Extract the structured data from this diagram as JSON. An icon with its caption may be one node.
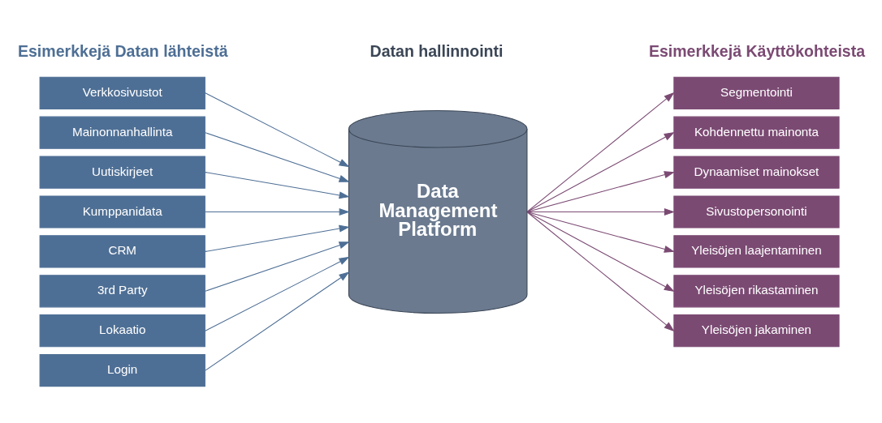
{
  "diagram": {
    "nodes": [
      {
        "text": [
          "Verkkosivustot"
        ]
      },
      {
        "text": [
          "Mainonnanhallinta"
        ]
      },
      {
        "text": [
          "Uutiskirjeet"
        ]
      },
      {
        "text": [
          "Kumppanidata"
        ]
      },
      {
        "text": [
          "CRM"
        ]
      },
      {
        "text": [
          "3rd Party"
        ]
      },
      {
        "text": [
          "Lokaatio"
        ]
      },
      {
        "text": [
          "Login"
        ]
      },
      {
        "text": [
          "Data Management Platform"
        ]
      },
      {
        "text": [
          "Segmentointi"
        ]
      },
      {
        "text": [
          "Kohdennettu mainonta"
        ]
      },
      {
        "text": [
          "Dynaamiset mainokset"
        ]
      },
      {
        "text": [
          "Sivustopersonointi"
        ]
      },
      {
        "text": [
          "Yleisöjen laajentaminen"
        ]
      },
      {
        "text": [
          "Yleisöjen rikastaminen"
        ]
      },
      {
        "text": [
          "Yleisöjen jakaminen"
        ]
      }
    ],
    "edges": [
      {
        "from": 0,
        "to": 8,
        "arrow": "to"
      },
      {
        "from": 1,
        "to": 8,
        "arrow": "to"
      },
      {
        "from": 2,
        "to": 8,
        "arrow": "to"
      },
      {
        "from": 3,
        "to": 8,
        "arrow": "to"
      },
      {
        "from": 4,
        "to": 8,
        "arrow": "to"
      },
      {
        "from": 5,
        "to": 8,
        "arrow": "to"
      },
      {
        "from": 6,
        "to": 8,
        "arrow": "to"
      },
      {
        "from": 7,
        "to": 8,
        "arrow": "to"
      },
      {
        "from": 8,
        "to": 9,
        "arrow": "to",
        "color": "#7b4a73"
      },
      {
        "from": 8,
        "to": 10,
        "arrow": "to",
        "color": "#7b4a73"
      },
      {
        "from": 8,
        "to": 11,
        "arrow": "to",
        "color": "#7b4a73"
      },
      {
        "from": 8,
        "to": 12,
        "arrow": "to",
        "color": "#7b4a73"
      },
      {
        "from": 8,
        "to": 13,
        "arrow": "to",
        "color": "#7b4a73"
      },
      {
        "from": 8,
        "to": 14,
        "arrow": "to",
        "color": "#7b4a73"
      },
      {
        "from": 8,
        "to": 15,
        "arrow": "to",
        "color": "#7b4a73"
      }
    ],
    "labels": [
      "Esimerkkejä Datan lähteistä",
      "Datan hallinnointi",
      "Esimerkkejä Käyttökohteista"
    ]
  }
}
